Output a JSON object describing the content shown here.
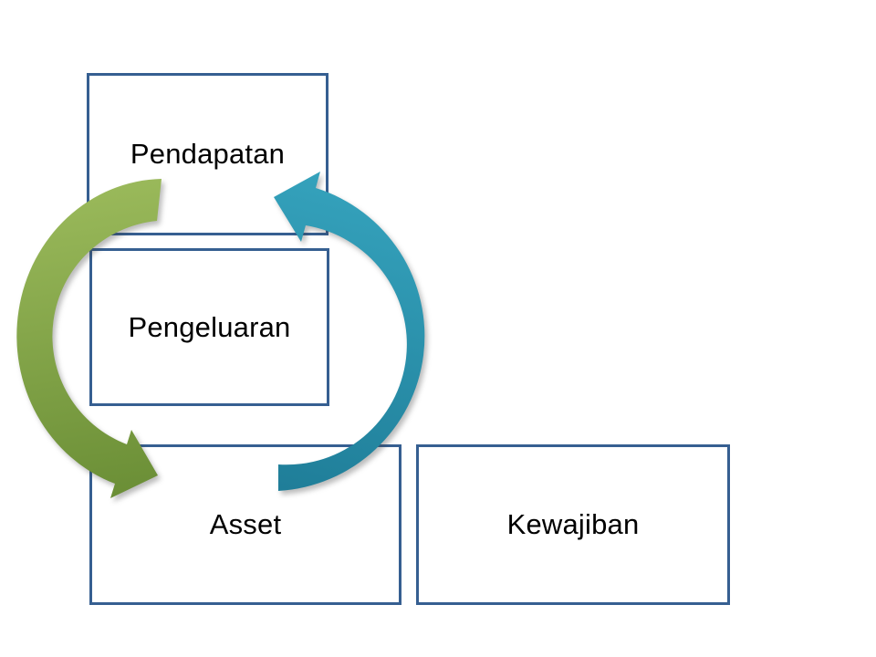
{
  "diagram": {
    "boxes": [
      {
        "label": "Pendapatan"
      },
      {
        "label": "Pengeluaran"
      },
      {
        "label": "Asset"
      },
      {
        "label": "Kewajiban"
      }
    ],
    "arrows": [
      {
        "name": "green-curved-arrow",
        "from": "Pendapatan",
        "to": "Asset"
      },
      {
        "name": "blue-curved-arrow",
        "from": "Asset",
        "to": "Pendapatan"
      }
    ],
    "colors": {
      "box_border": "#365F91",
      "box_fill": "#FFFFFF",
      "text": "#000000",
      "background": "#FFFFFF",
      "green_light": "#9CBB5C",
      "green_dark": "#688C34",
      "blue_light": "#36A4BE",
      "blue_dark": "#1E7C97"
    }
  }
}
